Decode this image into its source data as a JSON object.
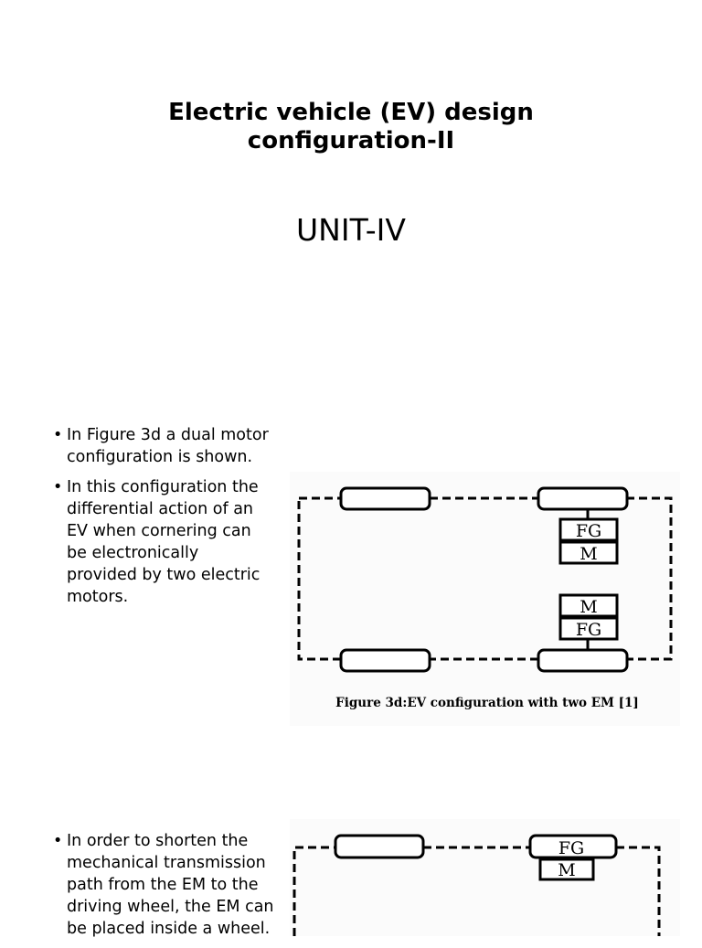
{
  "slide1": {
    "title_line1": "Electric vehicle (EV) design",
    "title_line2": "configuration-II",
    "subtitle": "UNIT-IV"
  },
  "slide2": {
    "bullets": [
      "In Figure 3d a dual motor configuration is shown.",
      "In this configuration the differential action of an EV when cornering can be electronically provided by two electric motors."
    ],
    "figure": {
      "top_gear_label": "FG",
      "top_motor_label": "M",
      "bottom_motor_label": "M",
      "bottom_gear_label": "FG",
      "caption": "Figure 3d:EV configuration with two EM [1]"
    }
  },
  "slide3": {
    "bullets": [
      "In order to shorten the mechanical transmission path from the EM to the driving wheel, the EM can be placed inside a wheel."
    ],
    "figure": {
      "gear_label": "FG",
      "motor_label": "M"
    }
  }
}
